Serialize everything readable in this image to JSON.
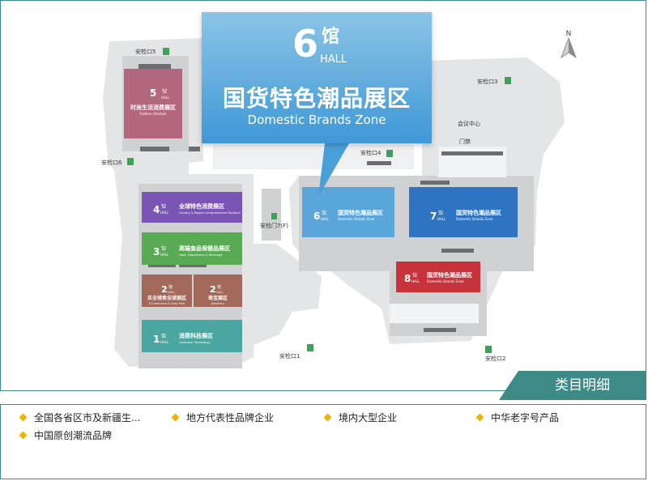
{
  "callout": {
    "number": "6",
    "guan": "馆",
    "hall": "HALL",
    "name_cn": "国货特色潮品展区",
    "name_en": "Domestic Brands Zone"
  },
  "halls": [
    {
      "id": "5",
      "guan": "馆",
      "hall": "HALL",
      "cn": "时尚生活消费展区",
      "en": "Fashion Lifestyle",
      "color": "#b3677e"
    },
    {
      "id": "4",
      "guan": "馆",
      "hall": "HALL",
      "cn": "全球特色消费展区",
      "en": "Country & Region Comprehensive Pavilions",
      "color": "#7b55b5"
    },
    {
      "id": "3",
      "guan": "馆",
      "hall": "HALL",
      "cn": "高端食品保健品展区",
      "en": "Food, Supplement & Beverage",
      "color": "#58ab52"
    },
    {
      "id": "2",
      "guan": "馆",
      "hall": "HALL",
      "cn": "买全球卖全球展区",
      "en": "E-Commerce & Duty Free",
      "color": "#a2685a"
    },
    {
      "id": "2",
      "guan": "馆",
      "hall": "HALL",
      "cn": "珠宝展区",
      "en": "Jewellery",
      "color": "#a2685a"
    },
    {
      "id": "1",
      "guan": "馆",
      "hall": "HALL",
      "cn": "消费科技展区",
      "en": "Consumer Technology",
      "color": "#4aa6a0"
    },
    {
      "id": "6",
      "guan": "馆",
      "hall": "HALL",
      "cn": "国货特色潮品展区",
      "en": "Domestic Brands Zone",
      "color": "#5aa6da"
    },
    {
      "id": "7",
      "guan": "馆",
      "hall": "HALL",
      "cn": "国货特色潮品展区",
      "en": "Domestic Brands Zone",
      "color": "#2f74c2"
    },
    {
      "id": "8",
      "guan": "馆",
      "hall": "HALL",
      "cn": "国货特色潮品展区",
      "en": "Domestic Brands Zone",
      "color": "#c8323a"
    }
  ],
  "gates": {
    "g5": "安检口5",
    "g6": "安检口6",
    "g4": "安检口4",
    "g3": "安检口3",
    "g1": "安检口1",
    "g2": "安检口2",
    "g7": "安检门7(F)"
  },
  "places": {
    "meeting": "会议中心",
    "door": "门禁"
  },
  "compass": {
    "label": "N"
  },
  "tab": {
    "label": "类目明细"
  },
  "categories": [
    "全国各省区市及新疆生...",
    "地方代表性品牌企业",
    "境内大型企业",
    "中华老字号产品",
    "中国原创潮流品牌"
  ],
  "colors": {
    "accent": "#3e8a86",
    "bullet": "#f0b400",
    "floor": "#e4e5e6"
  }
}
